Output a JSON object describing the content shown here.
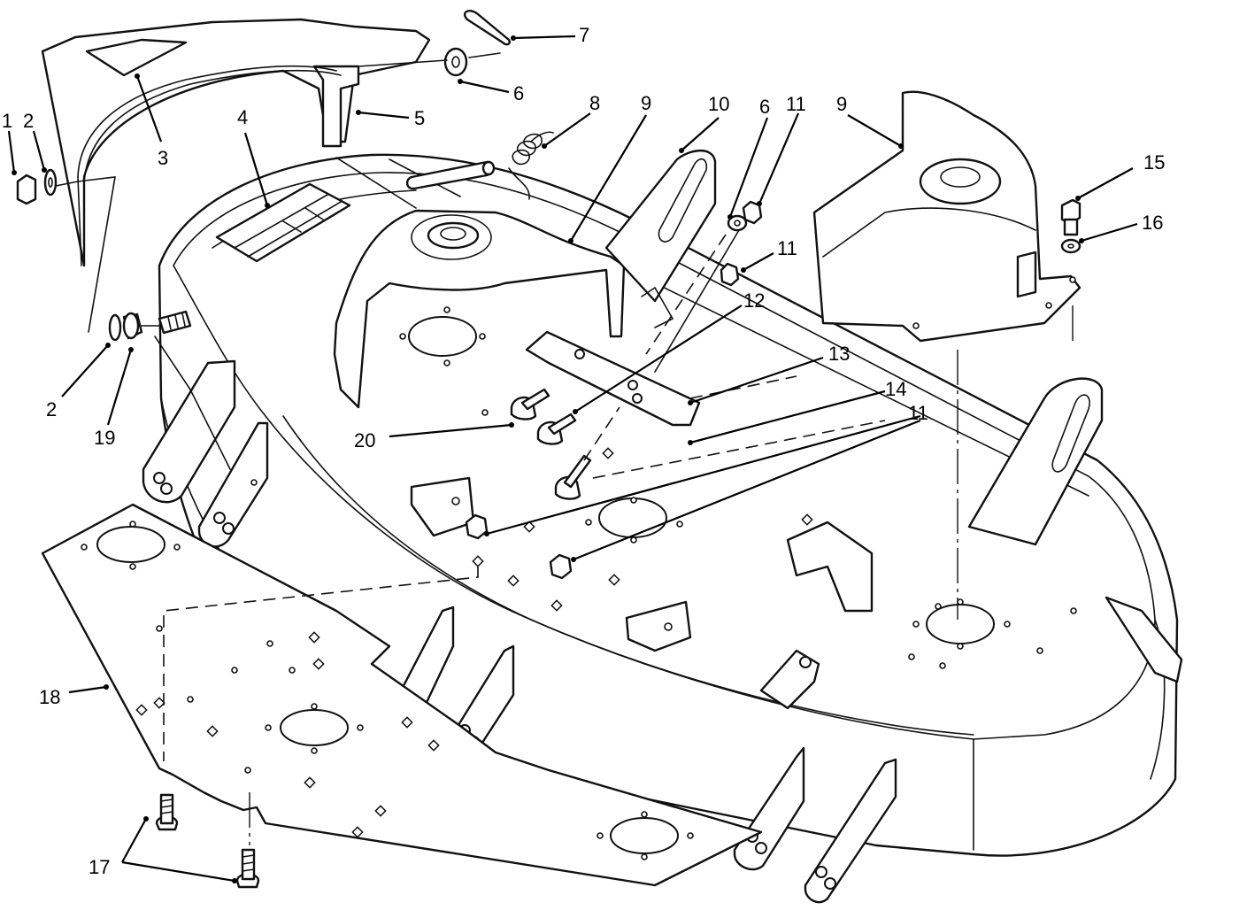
{
  "callouts": [
    {
      "id": "c1",
      "label": "1"
    },
    {
      "id": "c2a",
      "label": "2"
    },
    {
      "id": "c2b",
      "label": "2"
    },
    {
      "id": "c3",
      "label": "3"
    },
    {
      "id": "c4",
      "label": "4"
    },
    {
      "id": "c5",
      "label": "5"
    },
    {
      "id": "c6a",
      "label": "6"
    },
    {
      "id": "c6b",
      "label": "6"
    },
    {
      "id": "c7",
      "label": "7"
    },
    {
      "id": "c8",
      "label": "8"
    },
    {
      "id": "c9a",
      "label": "9"
    },
    {
      "id": "c9b",
      "label": "9"
    },
    {
      "id": "c10",
      "label": "10"
    },
    {
      "id": "c11a",
      "label": "11"
    },
    {
      "id": "c11b",
      "label": "11"
    },
    {
      "id": "c11c",
      "label": "11"
    },
    {
      "id": "c12",
      "label": "12"
    },
    {
      "id": "c13",
      "label": "13"
    },
    {
      "id": "c14",
      "label": "14"
    },
    {
      "id": "c15",
      "label": "15"
    },
    {
      "id": "c16",
      "label": "16"
    },
    {
      "id": "c17",
      "label": "17"
    },
    {
      "id": "c18",
      "label": "18"
    },
    {
      "id": "c19",
      "label": "19"
    },
    {
      "id": "c20",
      "label": "20"
    }
  ]
}
